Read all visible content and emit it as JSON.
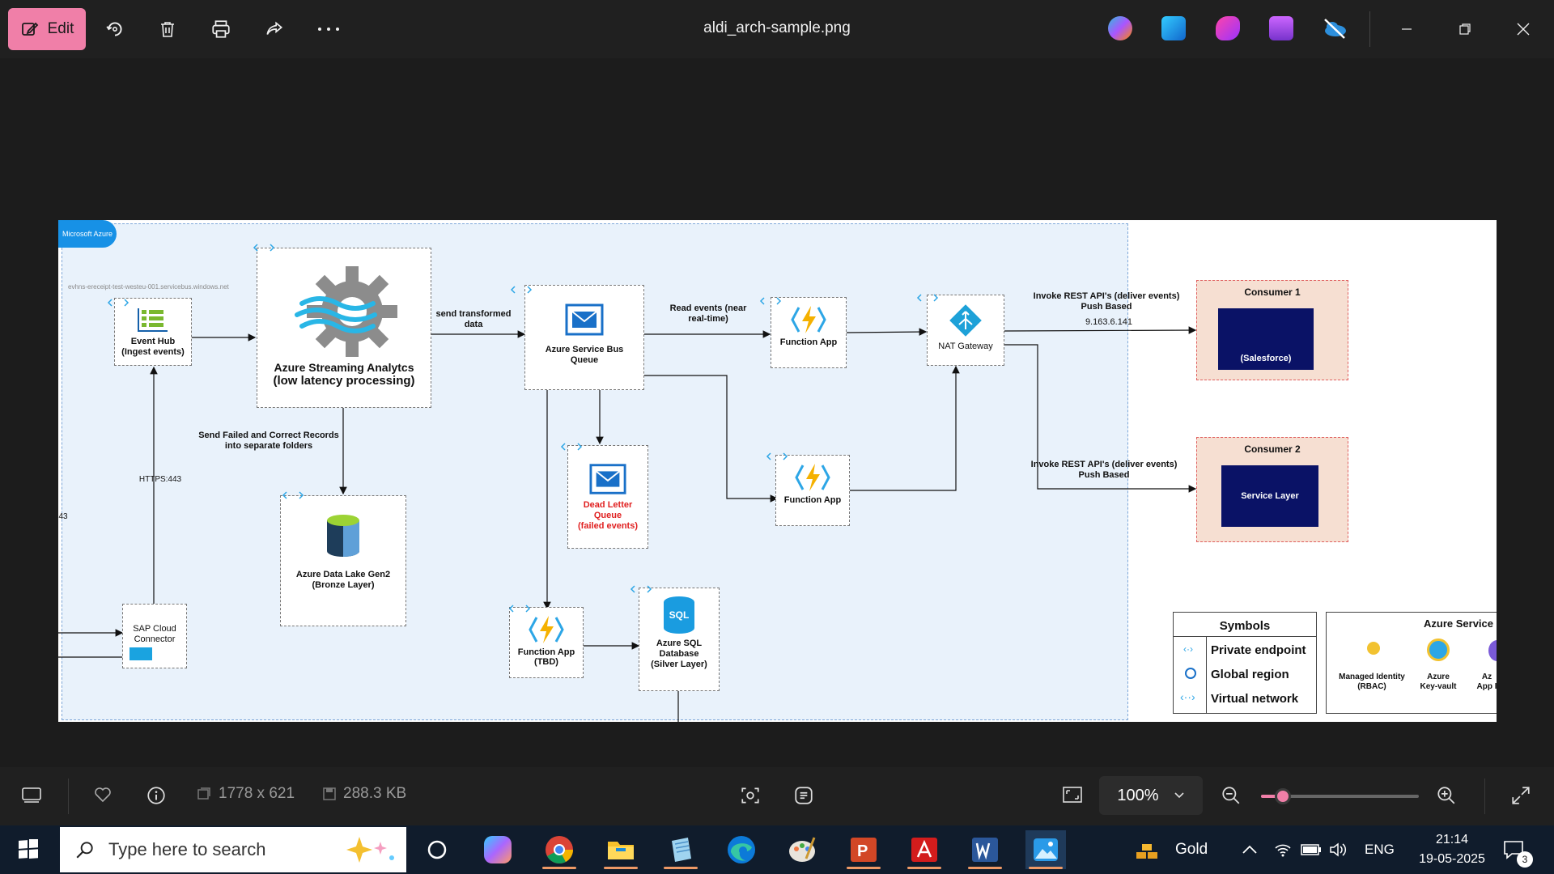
{
  "titlebar": {
    "edit_label": "Edit",
    "file_name": "aldi_arch-sample.png"
  },
  "diagram": {
    "badge": "Microsoft Azure",
    "endpoint_url": "evhns-ereceipt-test-westeu-001.servicebus.windows.net",
    "event_hub": "Event Hub\n(Ingest events)",
    "stream_analytics_line1": "Azure Streaming Analytcs",
    "stream_analytics_line2": "(low latency processing)",
    "send_transformed": "send transformed\ndata",
    "service_bus": "Azure Service Bus\nQueue",
    "read_events": "Read events (near\nreal-time)",
    "function_app_1": "Function App",
    "function_app_2": "Function App",
    "function_app_tbd": "Function App\n(TBD)",
    "nat_gateway": "NAT Gateway",
    "invoke_1": "Invoke REST API's  (deliver events)\nPush Based",
    "ip_address": "9.163.6.141",
    "invoke_2": "Invoke REST API's  (deliver events)\nPush Based",
    "consumer_1_title": "Consumer 1",
    "consumer_1_inner": "(Salesforce)",
    "consumer_2_title": "Consumer 2",
    "consumer_2_inner": "Service Layer",
    "send_failed": "Send Failed and Correct Records\ninto separate folders",
    "data_lake": "Azure Data Lake Gen2\n(Bronze Layer)",
    "dead_letter": "Dead Letter\nQueue\n(failed events)",
    "sql_db": "Azure SQL\nDatabase\n(Silver Layer)",
    "sql_icon_text": "SQL",
    "https": "HTTPS:443",
    "left_port": "43",
    "sap": "SAP Cloud\nConnector",
    "legend_title": "Symbols",
    "legend_items": [
      "Private endpoint",
      "Global region",
      "Virtual network"
    ],
    "services_title": "Azure Service",
    "services": [
      "Managed Identity\n(RBAC)",
      "Azure\nKey-vault",
      "Az\nApp I"
    ]
  },
  "statusbar": {
    "dimensions": "1778 x 621",
    "file_size": "288.3 KB",
    "zoom": "100%",
    "zoom_slider_fraction": 0.14
  },
  "taskbar": {
    "search_placeholder": "Type here to search",
    "weather": "Gold",
    "language": "ENG",
    "time": "21:14",
    "date": "19-05-2025",
    "notification_count": "3"
  },
  "colors": {
    "accent": "#f07fa8",
    "azure_blue": "#1791e6",
    "consumer_navy": "#0a1266",
    "dead_letter_red": "#e02020"
  }
}
